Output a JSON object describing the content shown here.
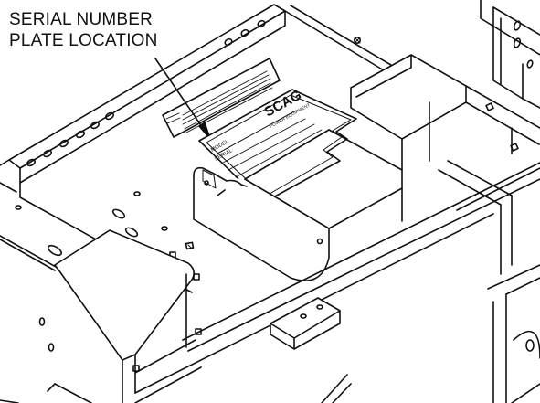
{
  "callout": {
    "line1": "SERIAL NUMBER",
    "line2": "PLATE LOCATION"
  },
  "plate": {
    "logo": "SCAG",
    "subtitle": "POWER EQUIPMENT",
    "model_label": "MODEL",
    "serial_label": "SERIAL"
  },
  "colors": {
    "line": "#111111",
    "background": "#ffffff"
  }
}
